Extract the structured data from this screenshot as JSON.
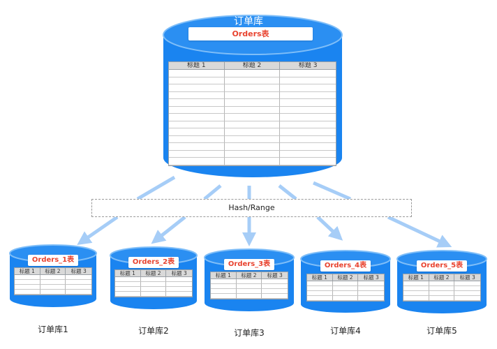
{
  "main_db": {
    "name": "订单库",
    "table_title": "Orders表",
    "columns": [
      "标题 1",
      "标题 2",
      "标题 3"
    ]
  },
  "router": {
    "label": "Hash/Range"
  },
  "shards": [
    {
      "name": "订单库1",
      "table_title": "Orders_1表",
      "columns": [
        "标题 1",
        "标题 2",
        "标题 3"
      ]
    },
    {
      "name": "订单库2",
      "table_title": "Orders_2表",
      "columns": [
        "标题 1",
        "标题 2",
        "标题 3"
      ]
    },
    {
      "name": "订单库3",
      "table_title": "Orders_3表",
      "columns": [
        "标题 1",
        "标题 2",
        "标题 3"
      ]
    },
    {
      "name": "订单库4",
      "table_title": "Orders_4表",
      "columns": [
        "标题 1",
        "标题 2",
        "标题 3"
      ]
    },
    {
      "name": "订单库5",
      "table_title": "Orders_5表",
      "columns": [
        "标题 1",
        "标题 2",
        "标题 3"
      ]
    }
  ],
  "colors": {
    "cylinder_body": "#1a84f0",
    "cylinder_top": "#2b8ff2",
    "cylinder_rim": "#7fbef8",
    "arrow": "#a6cdf7",
    "title_text": "#e8432f"
  }
}
